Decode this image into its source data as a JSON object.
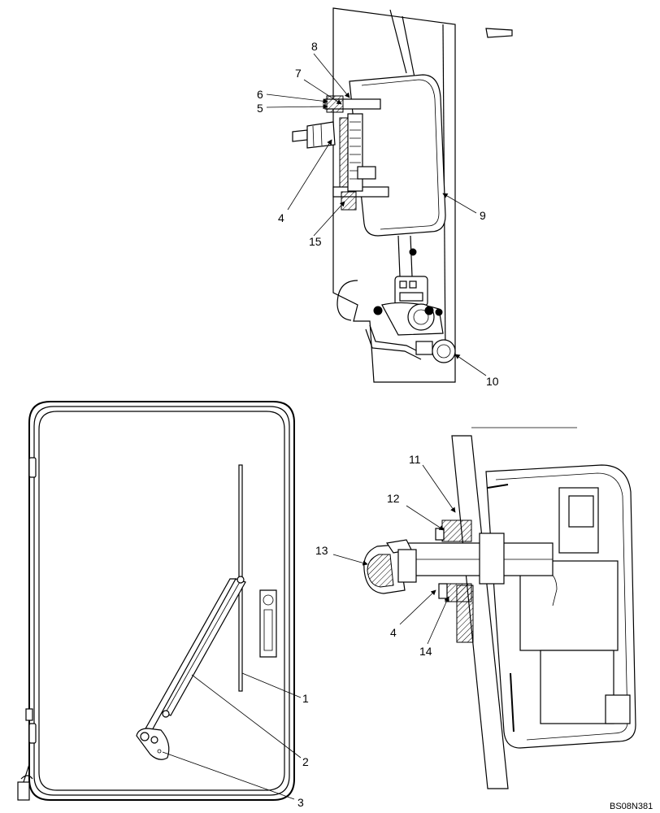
{
  "callouts": {
    "c1": "1",
    "c2": "2",
    "c3": "3",
    "c4a": "4",
    "c4b": "4",
    "c5": "5",
    "c6": "6",
    "c7": "7",
    "c8": "8",
    "c9": "9",
    "c10": "10",
    "c11": "11",
    "c12": "12",
    "c13": "13",
    "c14": "14",
    "c15": "15"
  },
  "drawing_code": "BS08N381"
}
